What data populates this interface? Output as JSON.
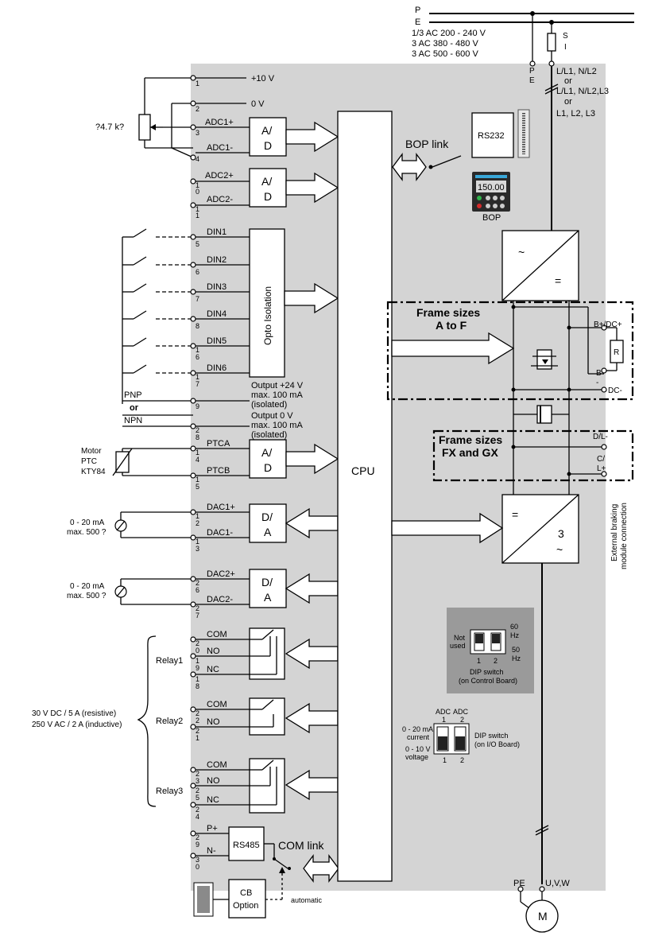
{
  "supply": {
    "p": "P",
    "e": "E",
    "v1": "1/3 AC 200 - 240 V",
    "v2": "3 AC 380 - 480 V",
    "v3": "3 AC 500 - 600 V",
    "s": "S",
    "i": "I",
    "pe_p": "P",
    "pe_e": "E",
    "lines1": "L/L1, N/L2",
    "or1": "or",
    "lines2": "L/L1, N/L2,L3",
    "or2": "or",
    "lines3": "L1, L2, L3"
  },
  "analog_in": {
    "pot": "?4.7 k?",
    "v10": "+10 V",
    "v0": "0 V",
    "adc1p": "ADC1+",
    "adc1m": "ADC1-",
    "adc2p": "ADC2+",
    "adc2m": "ADC2-",
    "ad1": "A/",
    "ad2": "D"
  },
  "terminals": {
    "n1": "1",
    "n2": "2",
    "n3": "3",
    "n4": "4",
    "n10": "1",
    "n10b": "0",
    "n11": "1",
    "n11b": "1",
    "n5": "5",
    "n6": "6",
    "n7": "7",
    "n8": "8",
    "n16": "1",
    "n16b": "6",
    "n17": "1",
    "n17b": "7",
    "n9": "9",
    "n28": "2",
    "n28b": "8",
    "n14": "1",
    "n14b": "4",
    "n15": "1",
    "n15b": "5",
    "n12": "1",
    "n12b": "2",
    "n13": "1",
    "n13b": "3",
    "n26": "2",
    "n26b": "6",
    "n27": "2",
    "n27b": "7",
    "n20": "2",
    "n20b": "0",
    "n19": "1",
    "n19b": "9",
    "n18": "1",
    "n18b": "8",
    "n22": "2",
    "n22b": "2",
    "n21": "2",
    "n21b": "1",
    "n23": "2",
    "n23b": "3",
    "n25": "2",
    "n25b": "5",
    "n24": "2",
    "n24b": "4",
    "n29": "2",
    "n29b": "9",
    "n30": "3",
    "n30b": "0"
  },
  "digital_in": {
    "din1": "DIN1",
    "din2": "DIN2",
    "din3": "DIN3",
    "din4": "DIN4",
    "din5": "DIN5",
    "din6": "DIN6",
    "opto": "Opto Isolation",
    "pnp": "PNP",
    "or": "or",
    "npn": "NPN",
    "out24_1": "Output +24 V",
    "out24_2": "max. 100 mA",
    "out24_3": "(isolated)",
    "out0_1": "Output 0 V",
    "out0_2": "max. 100 mA",
    "out0_3": "(isolated)"
  },
  "ptc": {
    "motor": "Motor",
    "ptc": "PTC",
    "kty": "KTY84",
    "ptca": "PTCA",
    "ptcb": "PTCB"
  },
  "analog_out": {
    "dac1p": "DAC1+",
    "dac1m": "DAC1-",
    "dac2p": "DAC2+",
    "dac2m": "DAC2-",
    "da1": "D/",
    "da2": "A",
    "ma1": "0 - 20 mA",
    "max1": "max. 500 ?",
    "ma2": "0 - 20 mA",
    "max2": "max. 500 ?"
  },
  "relays": {
    "relay1": "Relay1",
    "relay2": "Relay2",
    "relay3": "Relay3",
    "com": "COM",
    "no": "NO",
    "nc": "NC",
    "rating1": "30 V DC / 5 A (resistive)",
    "rating2": "250 V AC / 2 A (inductive)"
  },
  "comms": {
    "p": "P+",
    "n": "N-",
    "rs485": "RS485",
    "comlink": "COM link",
    "cb1": "CB",
    "cb2": "Option",
    "automatic": "automatic",
    "rs232": "RS232",
    "boplink": "BOP link",
    "bop": "BOP",
    "bopdisp": "150.00"
  },
  "cpu": "CPU",
  "power": {
    "frame1": "Frame sizes",
    "frame1b": "A to F",
    "frame2": "Frame sizes",
    "frame2b": "FX and GX",
    "bplus": "B+/DC+",
    "r": "R",
    "bminus": "B",
    "bminus2": "-",
    "dcminus": "DC-",
    "dl": "D/L-",
    "c": "C/",
    "lplus": "L+",
    "ext1": "External braking",
    "ext2": "module connection",
    "pe": "PE",
    "uvw": "U,V,W",
    "m": "M",
    "rect_ac": "~",
    "rect_dc": "=",
    "inv_dc": "=",
    "inv_3": "3",
    "inv_ac": "~"
  },
  "dip1": {
    "notused": "Not",
    "notused2": "used",
    "hz60": "60",
    "hz60u": "Hz",
    "hz50": "50",
    "hz50u": "Hz",
    "s1": "1",
    "s2": "2",
    "cap1": "DIP switch",
    "cap2": "(on Control Board)"
  },
  "dip2": {
    "adc": "ADC",
    "one": "1",
    "adc2": "ADC",
    "two": "2",
    "cur1": "0 - 20 mA",
    "cur2": "current",
    "vol1": "0 - 10 V",
    "vol2": "voltage",
    "cap1": "DIP switch",
    "cap2": "(on I/O Board)",
    "s1": "1",
    "s2": "2"
  }
}
